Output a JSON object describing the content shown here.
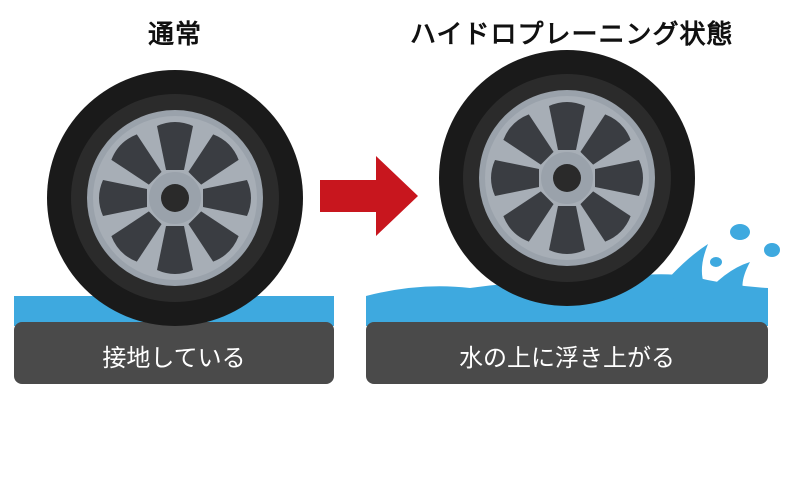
{
  "panels": {
    "left": {
      "title": "通常",
      "road_label": "接地している"
    },
    "right": {
      "title": "ハイドロプレーニング状態",
      "road_label": "水の上に浮き上がる"
    }
  },
  "colors": {
    "road": "#4a4a4a",
    "water": "#3ea9df",
    "tire": "#1a1a1a",
    "wheel": "#9aa2ab",
    "arrow": "#c8161e"
  },
  "icons": {
    "transition": "arrow-right-icon",
    "tire": "tire-icon",
    "splash": "water-splash-icon"
  }
}
